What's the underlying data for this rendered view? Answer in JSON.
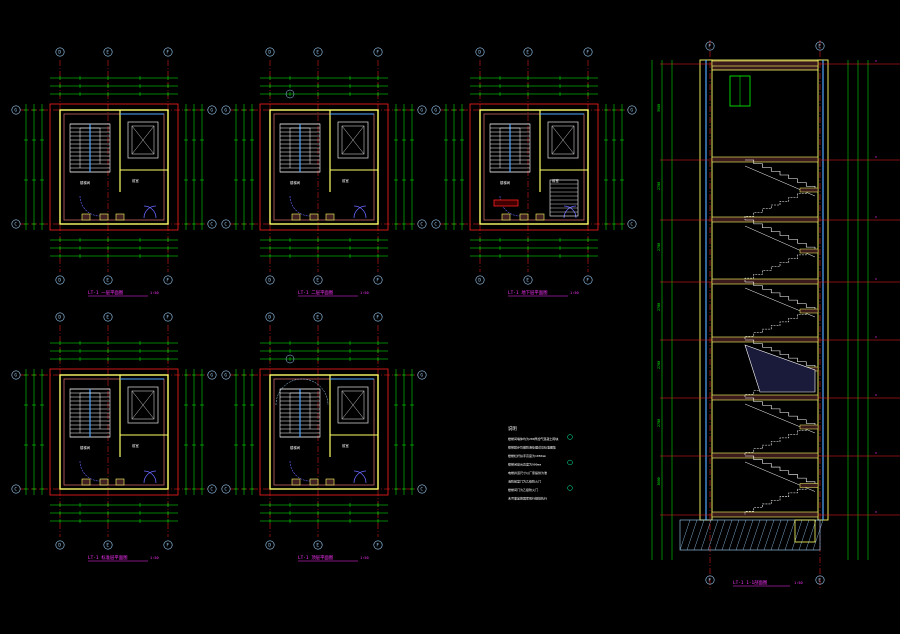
{
  "colors": {
    "background": "#000000",
    "dim_line": "#00ff00",
    "axis_line": "#ff2020",
    "wall": "#ffff66",
    "wall_hatch": "#c86464",
    "window": "#4da6ff",
    "stair": "#ffffff",
    "label": "#ff33ff",
    "axis_bubble": "#9fd4ff",
    "lift": "#c8c8c8",
    "door": "#6666ff",
    "note_text": "#ffffff",
    "legend_symbol": "#00ffaa"
  },
  "plans": [
    {
      "id": "plan-1",
      "title": "LT-1 一层平面图",
      "scale": "1:50",
      "axes_top": [
        "D",
        "E",
        "F"
      ],
      "axes_bottom": [
        "D",
        "E",
        "F"
      ],
      "axes_side": [
        "C",
        "G"
      ]
    },
    {
      "id": "plan-2",
      "title": "LT-1 二层平面图",
      "scale": "1:50",
      "axes_top": [
        "D",
        "E",
        "F"
      ],
      "axes_bottom": [
        "D",
        "E",
        "F"
      ],
      "axes_side": [
        "C",
        "G"
      ]
    },
    {
      "id": "plan-3",
      "title": "LT-1 地下层平面图",
      "scale": "1:50",
      "axes_top": [
        "D",
        "E",
        "F"
      ],
      "axes_bottom": [
        "D",
        "E",
        "F"
      ],
      "axes_side": [
        "C",
        "G"
      ]
    },
    {
      "id": "plan-4",
      "title": "LT-1 标准层平面图",
      "scale": "1:50",
      "axes_top": [
        "D",
        "E",
        "F"
      ],
      "axes_bottom": [
        "D",
        "E",
        "F"
      ],
      "axes_side": [
        "C",
        "G"
      ]
    },
    {
      "id": "plan-5",
      "title": "LT-1 顶层平面图",
      "scale": "1:50",
      "axes_top": [
        "D",
        "E",
        "F"
      ],
      "axes_bottom": [
        "D",
        "E",
        "F"
      ],
      "axes_side": [
        "C",
        "G"
      ]
    }
  ],
  "section": {
    "title": "LT-1 1-1剖面图",
    "scale": "1:50",
    "axes": [
      "F",
      "E"
    ],
    "floor_dims": [
      "3000",
      "2700",
      "2700",
      "2700",
      "2700",
      "2700",
      "3900"
    ]
  },
  "notes": {
    "heading": "说明",
    "lines": [
      "楼梯间墙体均为200厚加气混凝土砌块",
      "楼梯踏步均做防滑处理详见标准图集",
      "楼梯栏杆扶手高度为1050mm",
      "楼梯间窗台高度为900mm",
      "电梯井道尺寸以厂家提供为准",
      "消防前室门为乙级防火门",
      "楼梯间门为乙级防火门",
      "未尽事宜按国家现行规范执行"
    ]
  }
}
